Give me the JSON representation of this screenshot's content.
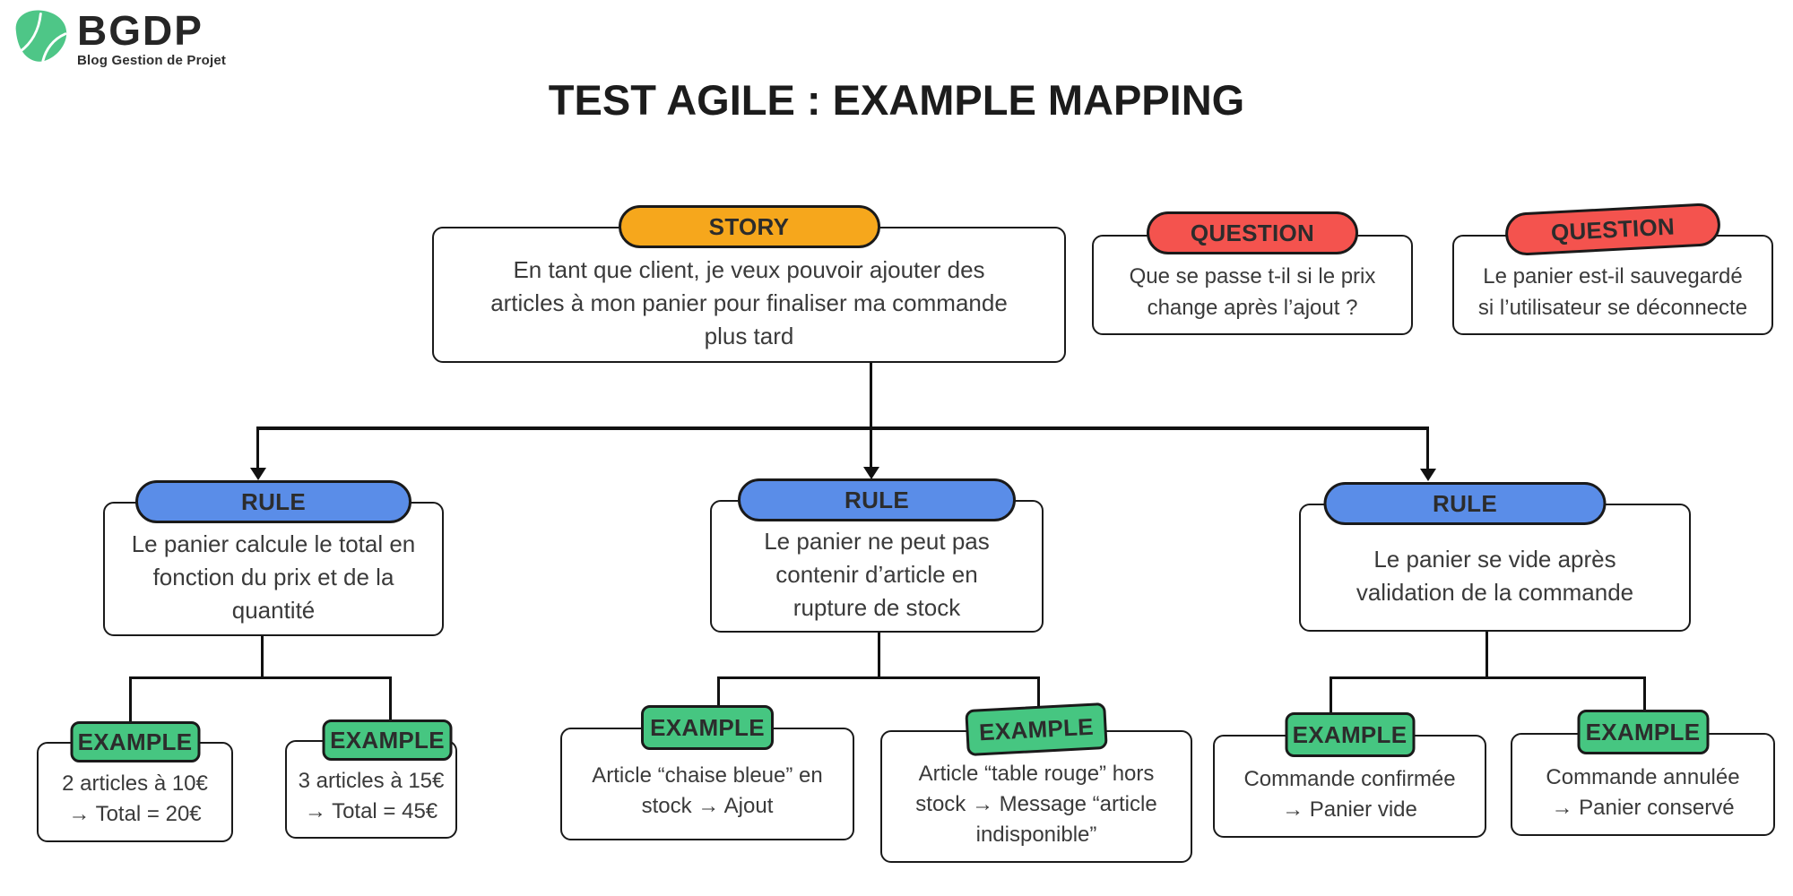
{
  "logo": {
    "brand": "BGDP",
    "tagline": "Blog Gestion de Projet"
  },
  "title": "TEST AGILE : EXAMPLE MAPPING",
  "palette": {
    "story": "#f6a71c",
    "question": "#f4534e",
    "rule": "#5a8de8",
    "example": "#46c681",
    "logo_green": "#4ec687",
    "border": "#1a1a1a",
    "line": "#111111",
    "text": "#3a3a3a"
  },
  "story": {
    "label": "STORY",
    "text": "En tant que client, je veux pouvoir ajouter des\narticles à mon panier pour finaliser ma commande\nplus tard"
  },
  "questions": [
    {
      "label": "QUESTION",
      "text": "Que se passe t-il si le prix\nchange après l’ajout ?"
    },
    {
      "label": "QUESTION",
      "text": "Le panier est-il sauvegardé\nsi l’utilisateur se déconnecte"
    }
  ],
  "rules": [
    {
      "label": "RULE",
      "text": "Le panier calcule le total en\nfonction du prix et de la\nquantité"
    },
    {
      "label": "RULE",
      "text": "Le panier ne peut pas\ncontenir d’article en\nrupture de stock"
    },
    {
      "label": "RULE",
      "text": "Le panier se vide après\nvalidation de la commande"
    }
  ],
  "examples": [
    {
      "label": "EXAMPLE",
      "text": "2 articles à 10€\n→ Total = 20€"
    },
    {
      "label": "EXAMPLE",
      "text": "3 articles à 15€\n→ Total = 45€"
    },
    {
      "label": "EXAMPLE",
      "text": "Article “chaise bleue” en\nstock → Ajout"
    },
    {
      "label": "EXAMPLE",
      "text": "Article “table rouge” hors\nstock → Message “article\nindisponible”"
    },
    {
      "label": "EXAMPLE",
      "text": "Commande confirmée\n→ Panier vide"
    },
    {
      "label": "EXAMPLE",
      "text": "Commande annulée\n→ Panier conservé"
    }
  ]
}
